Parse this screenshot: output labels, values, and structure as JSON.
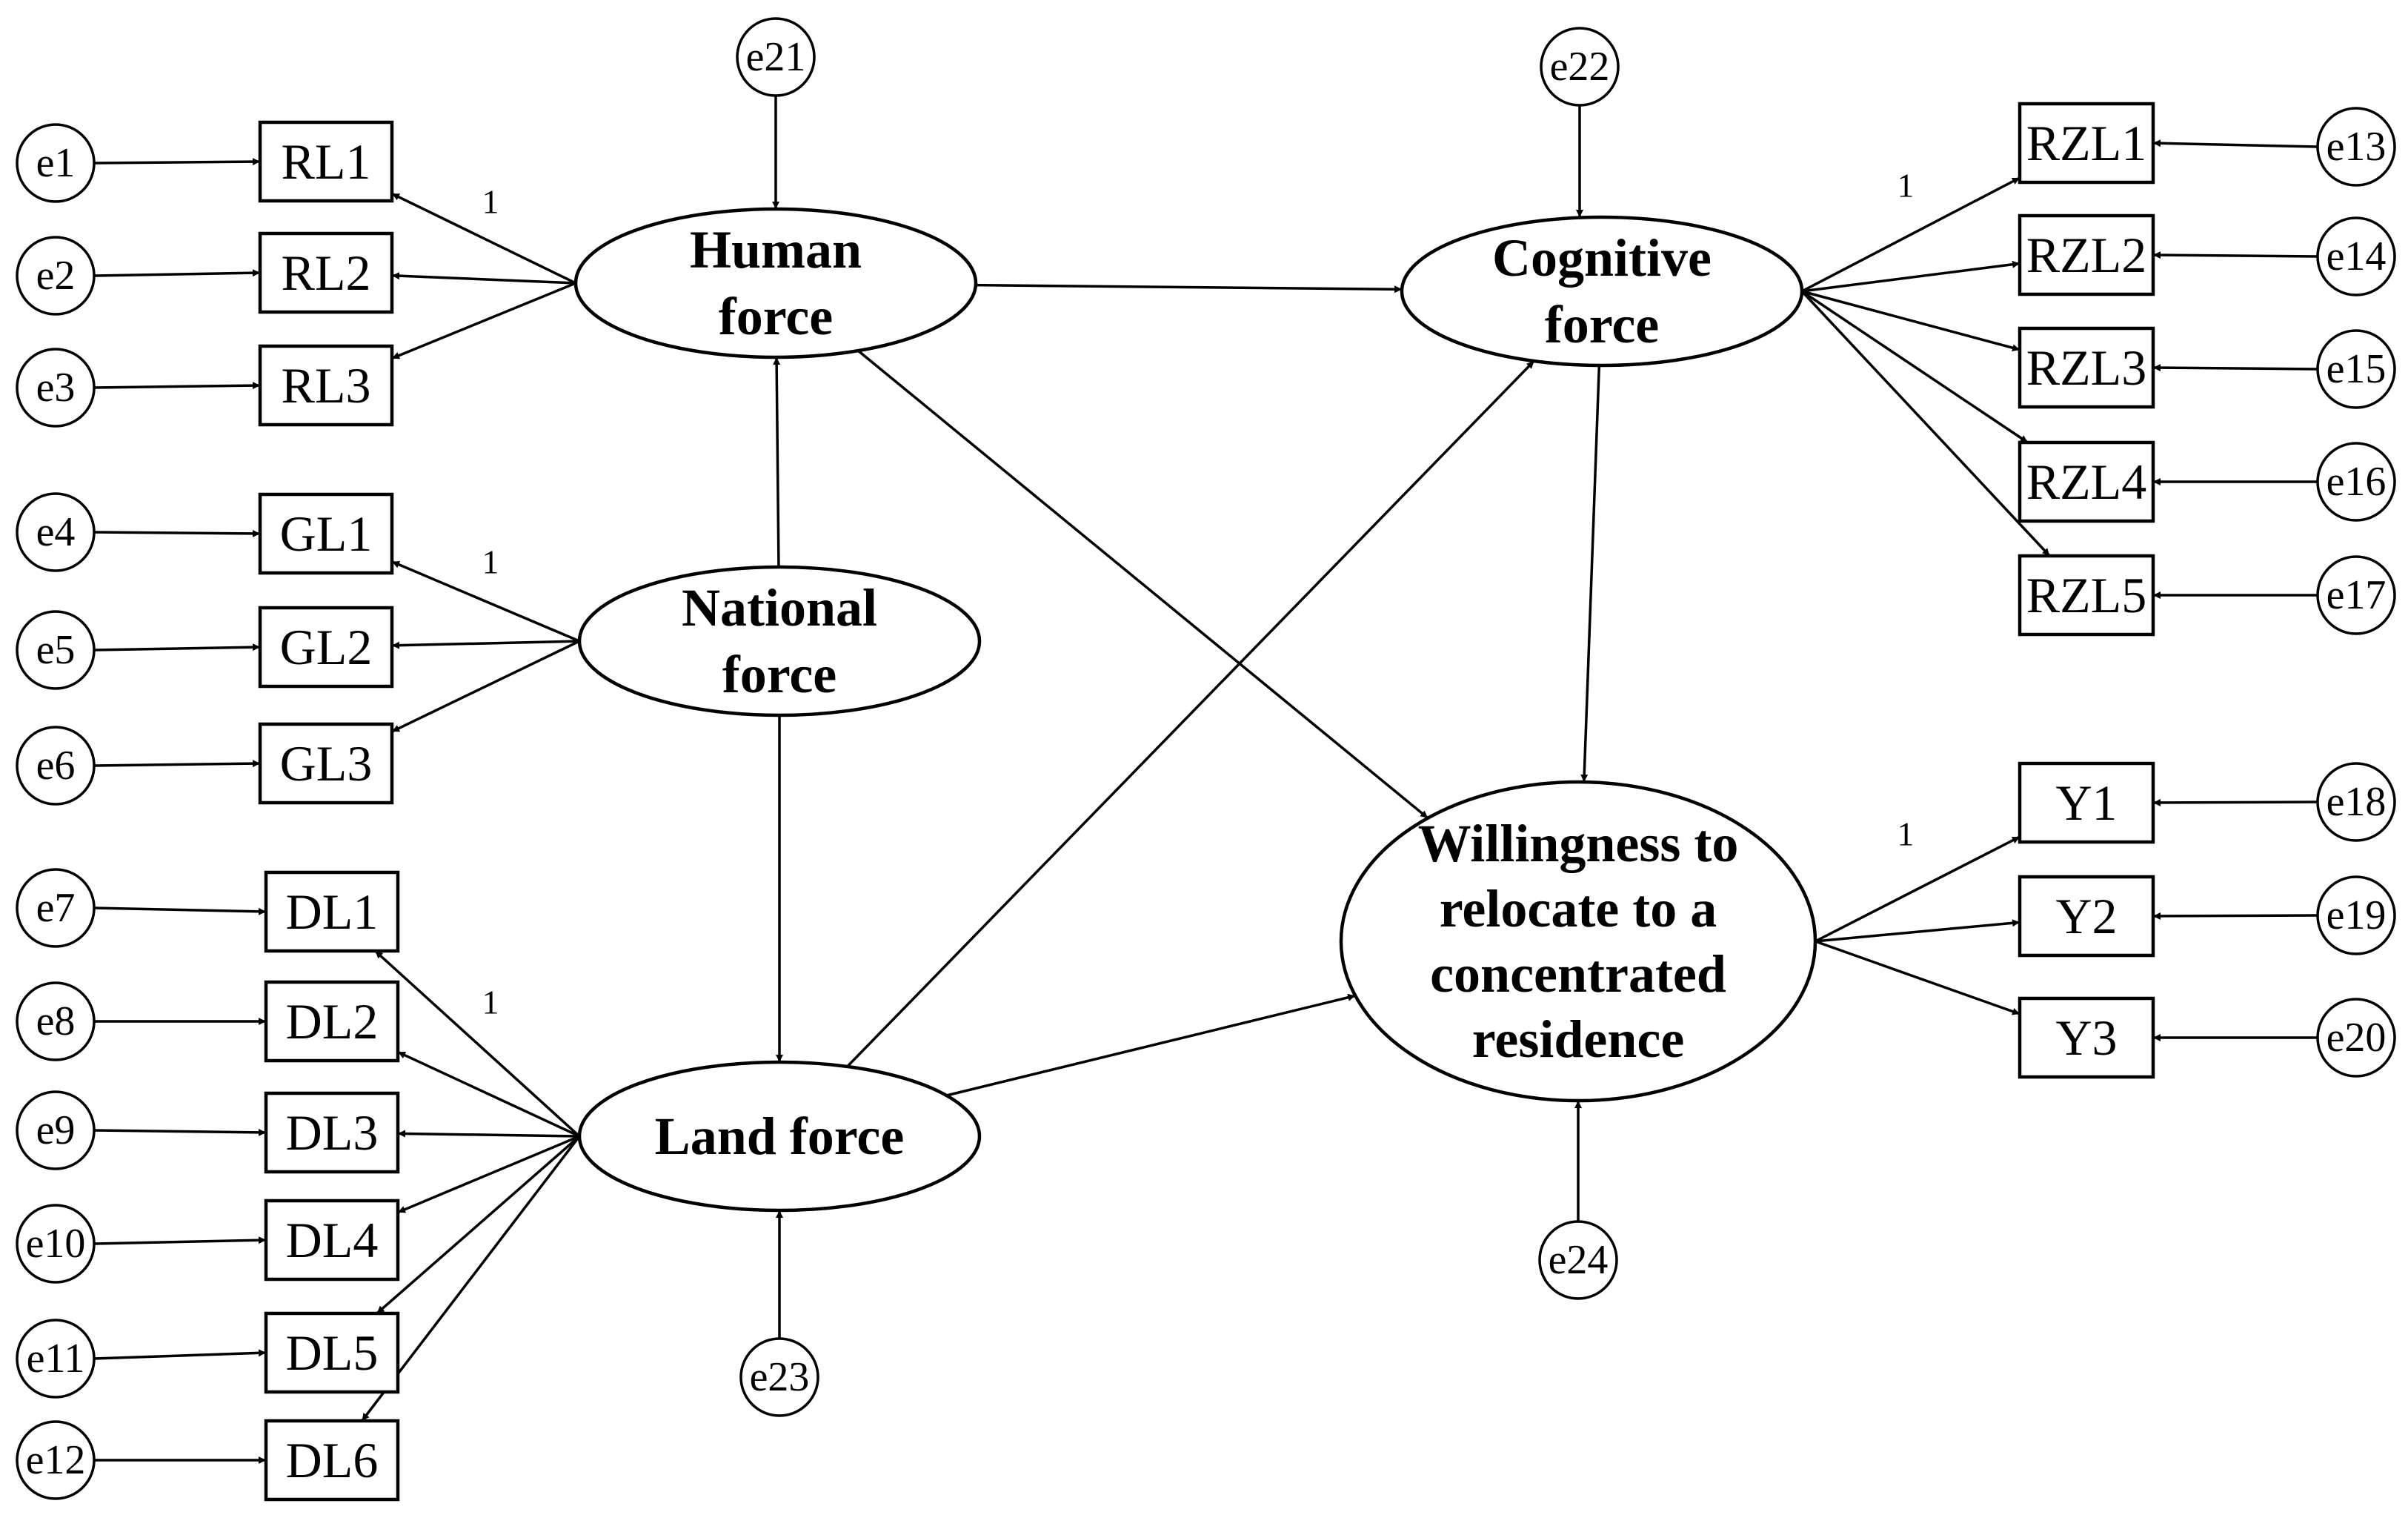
{
  "latents": {
    "human": [
      "Human",
      "force"
    ],
    "national": [
      "National",
      "force"
    ],
    "land": [
      "Land force"
    ],
    "cognitive": [
      "Cognitive",
      "force"
    ],
    "willingness": [
      "Willingness to",
      "relocate to a",
      "concentrated",
      "residence"
    ]
  },
  "indicators": [
    "RL1",
    "RL2",
    "RL3",
    "GL1",
    "GL2",
    "GL3",
    "DL1",
    "DL2",
    "DL3",
    "DL4",
    "DL5",
    "DL6",
    "RZL1",
    "RZL2",
    "RZL3",
    "RZL4",
    "RZL5",
    "Y1",
    "Y2",
    "Y3"
  ],
  "indicator_errors": [
    "e1",
    "e2",
    "e3",
    "e4",
    "e5",
    "e6",
    "e7",
    "e8",
    "e9",
    "e10",
    "e11",
    "e12",
    "e13",
    "e14",
    "e15",
    "e16",
    "e17",
    "e18",
    "e19",
    "e20"
  ],
  "latent_errors": {
    "human": "e21",
    "cognitive": "e22",
    "land": "e23",
    "willingness": "e24"
  },
  "fixed_loading_label": "1"
}
